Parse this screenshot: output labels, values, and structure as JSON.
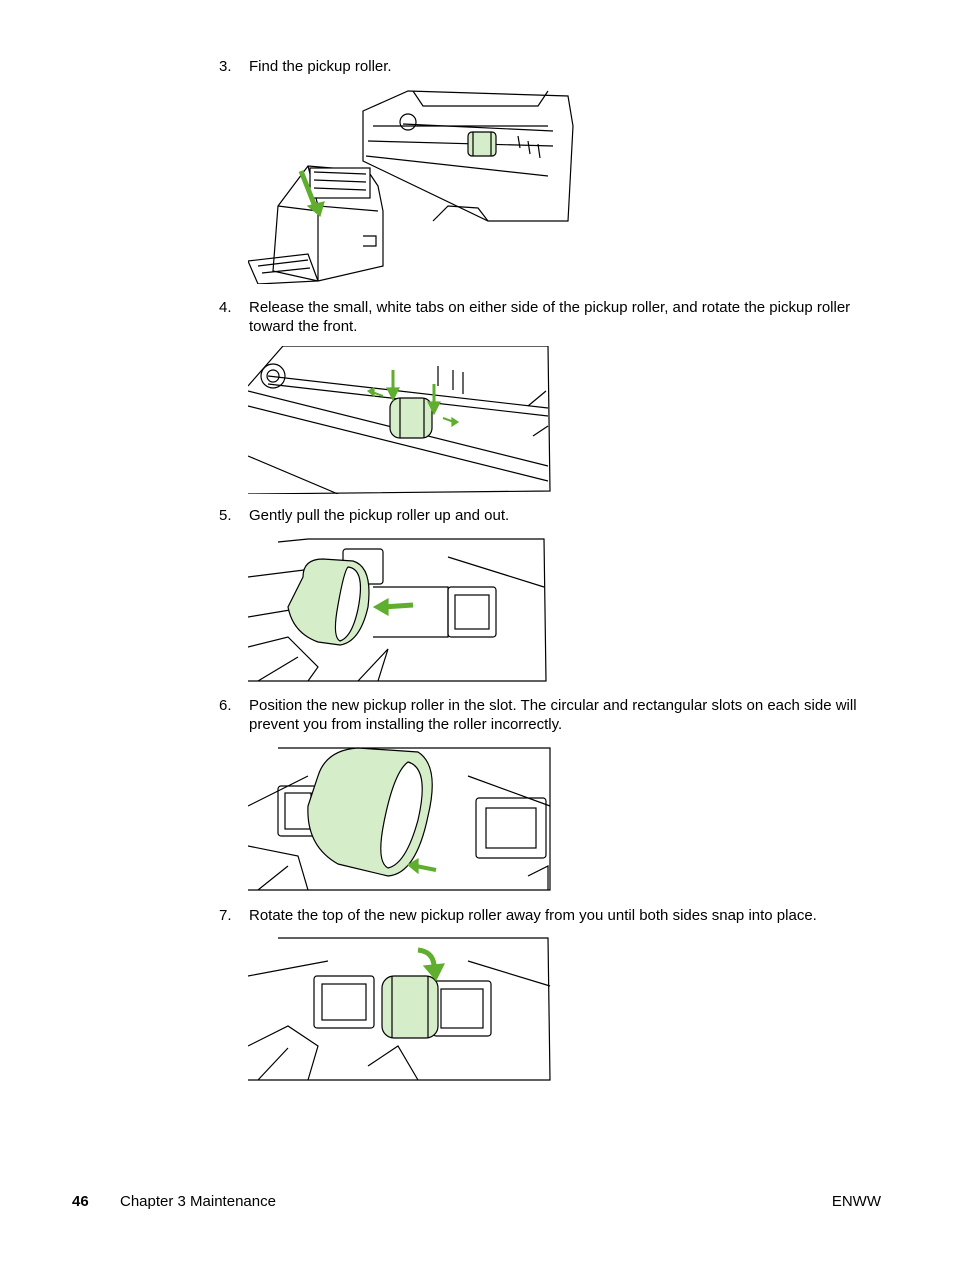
{
  "steps": [
    {
      "num": "3.",
      "text": "Find the pickup roller."
    },
    {
      "num": "4.",
      "text": "Release the small, white tabs on either side of the pickup roller, and rotate the pickup roller toward the front."
    },
    {
      "num": "5.",
      "text": "Gently pull the pickup roller up and out."
    },
    {
      "num": "6.",
      "text": "Position the new pickup roller in the slot. The circular and rectangular slots on each side will prevent you from installing the roller incorrectly."
    },
    {
      "num": "7.",
      "text": "Rotate the top of the new pickup roller away from you until both sides snap into place."
    }
  ],
  "footer": {
    "page_number": "46",
    "chapter": "Chapter 3  Maintenance",
    "right": "ENWW"
  },
  "colors": {
    "roller_fill": "#d6edc9",
    "arrow_green": "#5fae2e",
    "line": "#000000"
  }
}
